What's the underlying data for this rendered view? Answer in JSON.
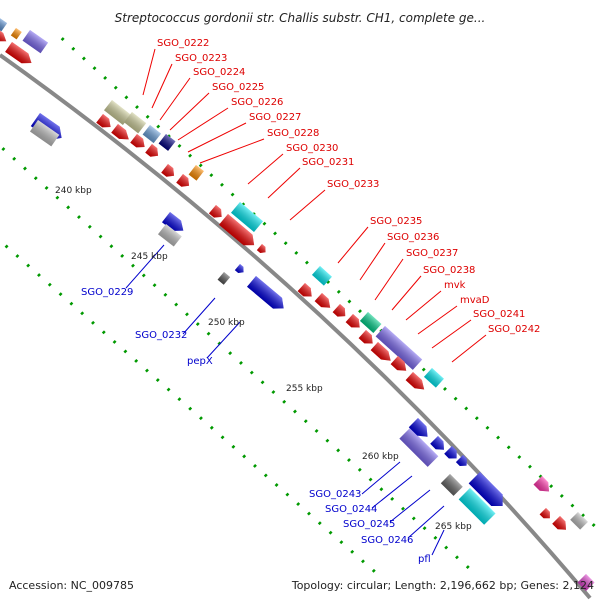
{
  "title": "Streptococcus gordonii str. Challis substr. CH1, complete ge...",
  "accession": "Accession: NC_009785",
  "topology": "Topology: circular; Length: 2,196,662 bp; Genes: 2,124",
  "kbp_labels": [
    "240 kbp",
    "245 kbp",
    "250 kbp",
    "255 kbp",
    "260 kbp",
    "265 kbp"
  ],
  "red_labels": [
    "SGO_0222",
    "SGO_0223",
    "SGO_0224",
    "SGO_0225",
    "SGO_0226",
    "SGO_0227",
    "SGO_0228",
    "SGO_0230",
    "SGO_0231",
    "SGO_0233",
    "SGO_0235",
    "SGO_0236",
    "SGO_0237",
    "SGO_0238",
    "mvk",
    "mvaD",
    "SGO_0241",
    "SGO_0242"
  ],
  "blue_labels": [
    "SGO_0229",
    "SGO_0232",
    "pepX",
    "SGO_0243",
    "SGO_0244",
    "SGO_0245",
    "SGO_0246",
    "pfl"
  ],
  "colors": {
    "plus_strand": "#ee0000",
    "minus_strand": "#0000dd",
    "backbone": "#888888",
    "ticks": "#009900",
    "cyan": "#00e5ee",
    "slate": "#7b68ee",
    "gray": "#bbbbbb",
    "khaki": "#cccc99",
    "orange": "#ff8c00",
    "magenta": "#ff33aa"
  }
}
